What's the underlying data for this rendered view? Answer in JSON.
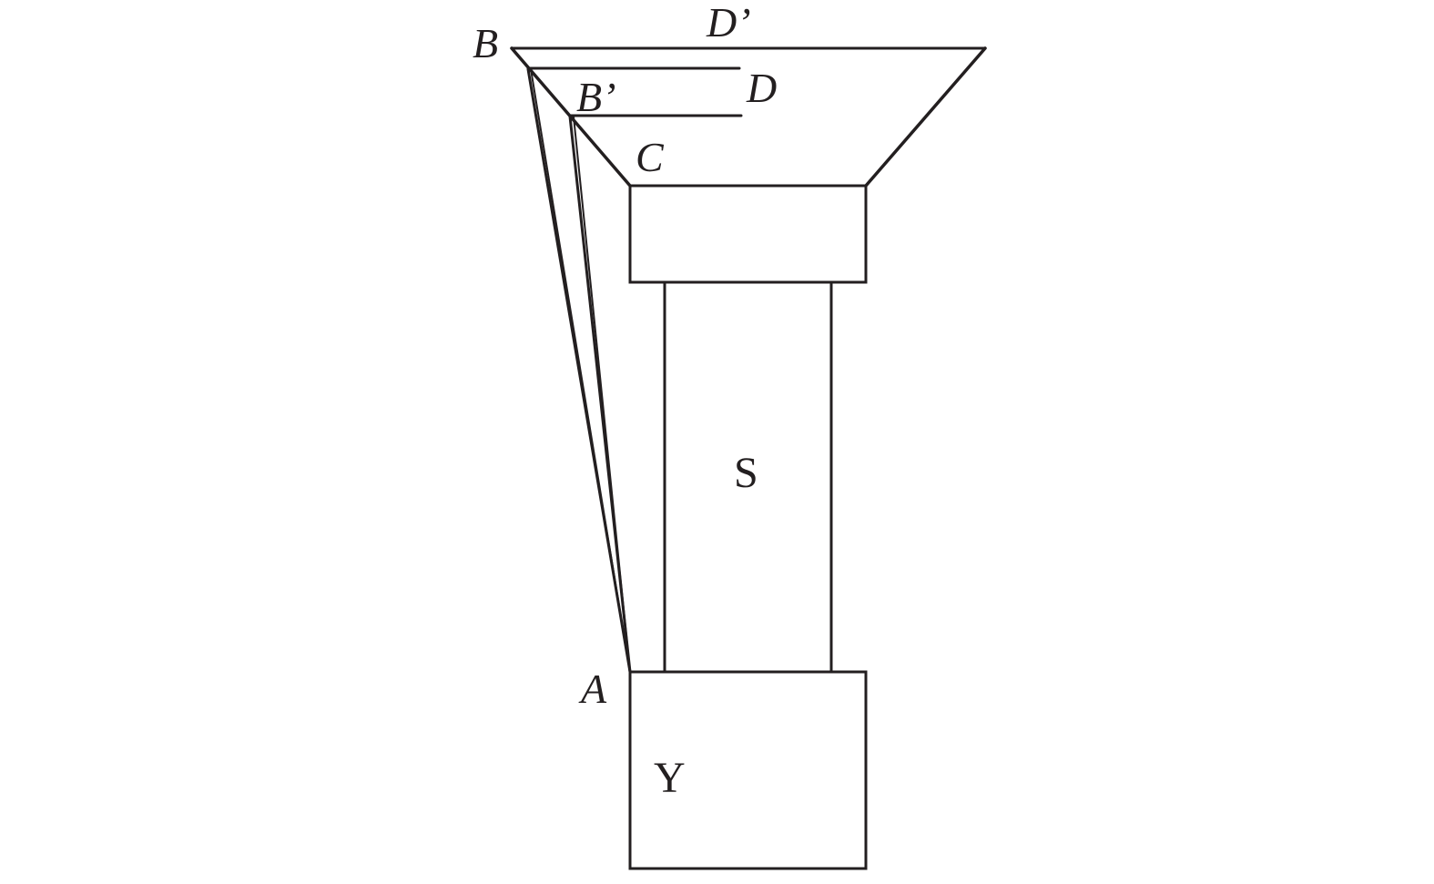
{
  "labels": {
    "B": "B",
    "D_prime": "D’",
    "D": "D",
    "B_prime": "B’",
    "C": "C",
    "S": "S",
    "A": "A",
    "Y": "Y"
  },
  "colors": {
    "line": "#231f20",
    "background": "#ffffff"
  }
}
